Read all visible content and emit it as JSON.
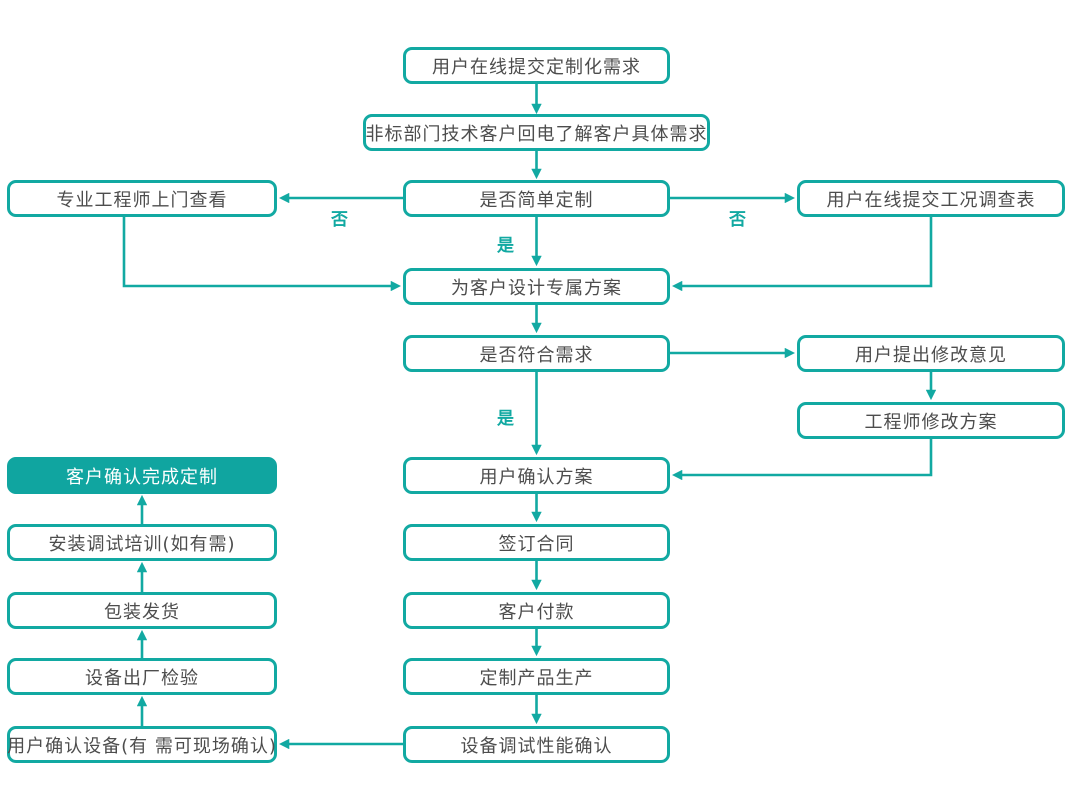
{
  "diagram": {
    "type": "flowchart",
    "accent_color": "#12a9a2",
    "node_text_color": "#4d4d4d",
    "highlight_fill": "#10a5a0",
    "highlight_text_color": "#ffffff",
    "background": "#ffffff",
    "nodes": {
      "submit_request": {
        "label": "用户在线提交定制化需求"
      },
      "callback": {
        "label": "非标部门技术客户回电了解客户具体需求"
      },
      "simple_check": {
        "label": "是否简单定制"
      },
      "engineer_visit": {
        "label": "专业工程师上门查看"
      },
      "survey_form": {
        "label": "用户在线提交工况调查表"
      },
      "design_plan": {
        "label": "为客户设计专属方案"
      },
      "meet_check": {
        "label": "是否符合需求"
      },
      "feedback": {
        "label": "用户提出修改意见"
      },
      "revise_plan": {
        "label": "工程师修改方案"
      },
      "confirm_plan": {
        "label": "用户确认方案"
      },
      "complete": {
        "label": "客户确认完成定制"
      },
      "sign_contract": {
        "label": "签订合同"
      },
      "training": {
        "label": "安装调试培训(如有需)"
      },
      "payment": {
        "label": "客户付款"
      },
      "shipping": {
        "label": "包装发货"
      },
      "production": {
        "label": "定制产品生产"
      },
      "factory_test": {
        "label": "设备出厂检验"
      },
      "debug_confirm": {
        "label": "设备调试性能确认"
      },
      "device_confirm": {
        "label": "用户确认设备(有 需可现场确认)"
      }
    },
    "edge_labels": {
      "no_left": "否",
      "no_right": "否",
      "yes_top": "是",
      "yes_mid": "是"
    }
  }
}
